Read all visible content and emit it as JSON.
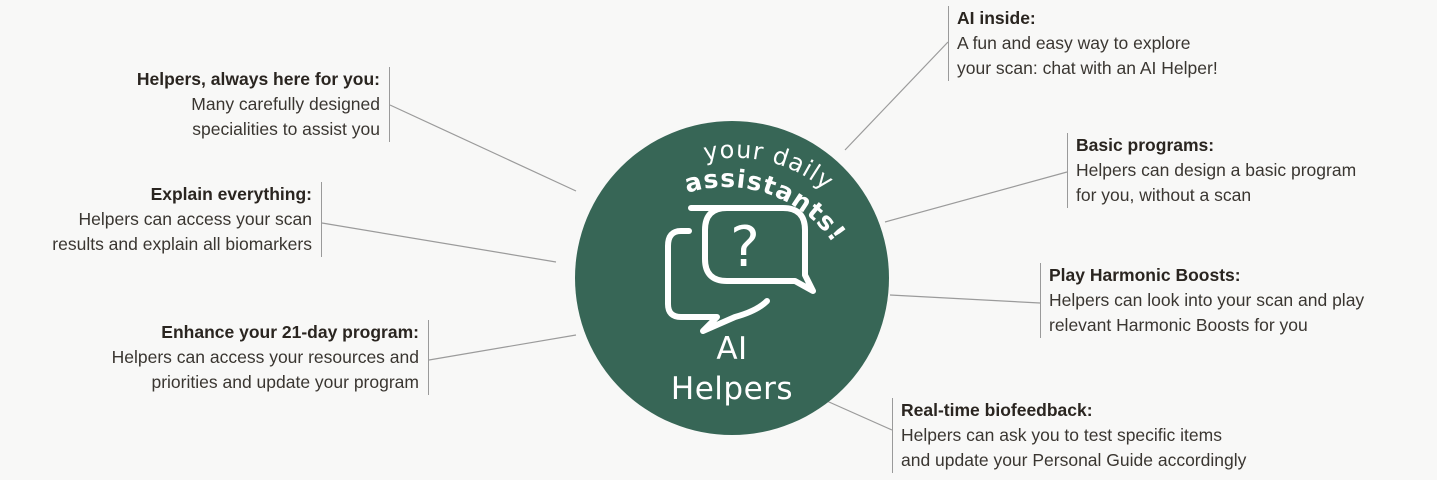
{
  "hub": {
    "title_line1": "AI",
    "title_line2": "Helpers",
    "tagline_line1": "your daily",
    "tagline_line2": "assistants!",
    "circle_color": "#376656",
    "icon": "chat-question-bubbles-icon"
  },
  "right_items": [
    {
      "heading": "AI inside:",
      "lines": [
        "A fun and easy way to explore",
        "your scan: chat with an AI Helper!"
      ]
    },
    {
      "heading": "Basic programs:",
      "lines": [
        "Helpers can design a basic program",
        "for you, without a scan"
      ]
    },
    {
      "heading": "Play Harmonic Boosts:",
      "lines": [
        "Helpers can look into your scan and play",
        "relevant Harmonic Boosts for you"
      ]
    },
    {
      "heading": "Real-time biofeedback:",
      "lines": [
        "Helpers can ask you to test specific items",
        "and update your Personal Guide accordingly"
      ]
    }
  ],
  "left_items": [
    {
      "heading": "Helpers, always here for you:",
      "lines": [
        "Many carefully designed",
        "specialities to assist you"
      ]
    },
    {
      "heading": "Explain everything:",
      "lines": [
        "Helpers can access your scan",
        "results and explain all biomarkers"
      ]
    },
    {
      "heading": "Enhance your 21-day program:",
      "lines": [
        "Helpers can access your resources and",
        "priorities and update your program"
      ]
    }
  ]
}
